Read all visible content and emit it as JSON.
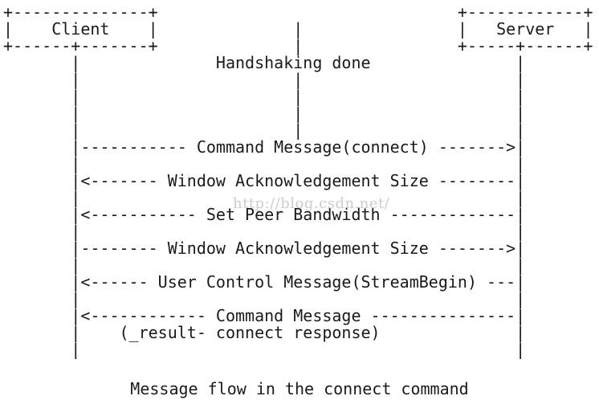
{
  "diagram": {
    "actors": {
      "left": "Client",
      "right": "Server"
    },
    "handshake_label": "Handshaking done",
    "messages": [
      {
        "from": "client",
        "to": "server",
        "label": "Command Message(connect)"
      },
      {
        "from": "server",
        "to": "client",
        "label": "Window Acknowledgement Size"
      },
      {
        "from": "server",
        "to": "client",
        "label": "Set Peer Bandwidth"
      },
      {
        "from": "client",
        "to": "server",
        "label": "Window Acknowledgement Size"
      },
      {
        "from": "server",
        "to": "client",
        "label": "User Control Message(StreamBegin)"
      },
      {
        "from": "server",
        "to": "client",
        "label": "Command Message",
        "sublabel": "(_result- connect response)"
      }
    ],
    "ascii_lines": [
      "+--------------+                               +------------+",
      "|    Client    |              |                |   Server   |",
      "+------+-------+              |                +-----+------+",
      "       |              Handshaking done               |",
      "       |                      |                      |",
      "       |                      |                      |",
      "       |                      |                      |",
      "       |                      |                      |",
      "       |----------- Command Message(connect) ------->|",
      "       |                                             |",
      "       |<------- Window Acknowledgement Size --------|",
      "       |                                             |",
      "       |<----------- Set Peer Bandwidth -------------|",
      "       |                                             |",
      "       |-------- Window Acknowledgement Size ------->|",
      "       |                                             |",
      "       |<------ User Control Message(StreamBegin) ---|",
      "       |                                             |",
      "       |<------------ Command Message ---------------|",
      "       |    (_result- connect response)              |",
      "       |                                             |"
    ],
    "caption": "Message flow in the connect command"
  },
  "watermark": {
    "text": "http://blog.csdn.net/"
  },
  "colors": {
    "text": "#1a1a1a",
    "watermark": "#cccccc",
    "background": "#ffffff"
  }
}
